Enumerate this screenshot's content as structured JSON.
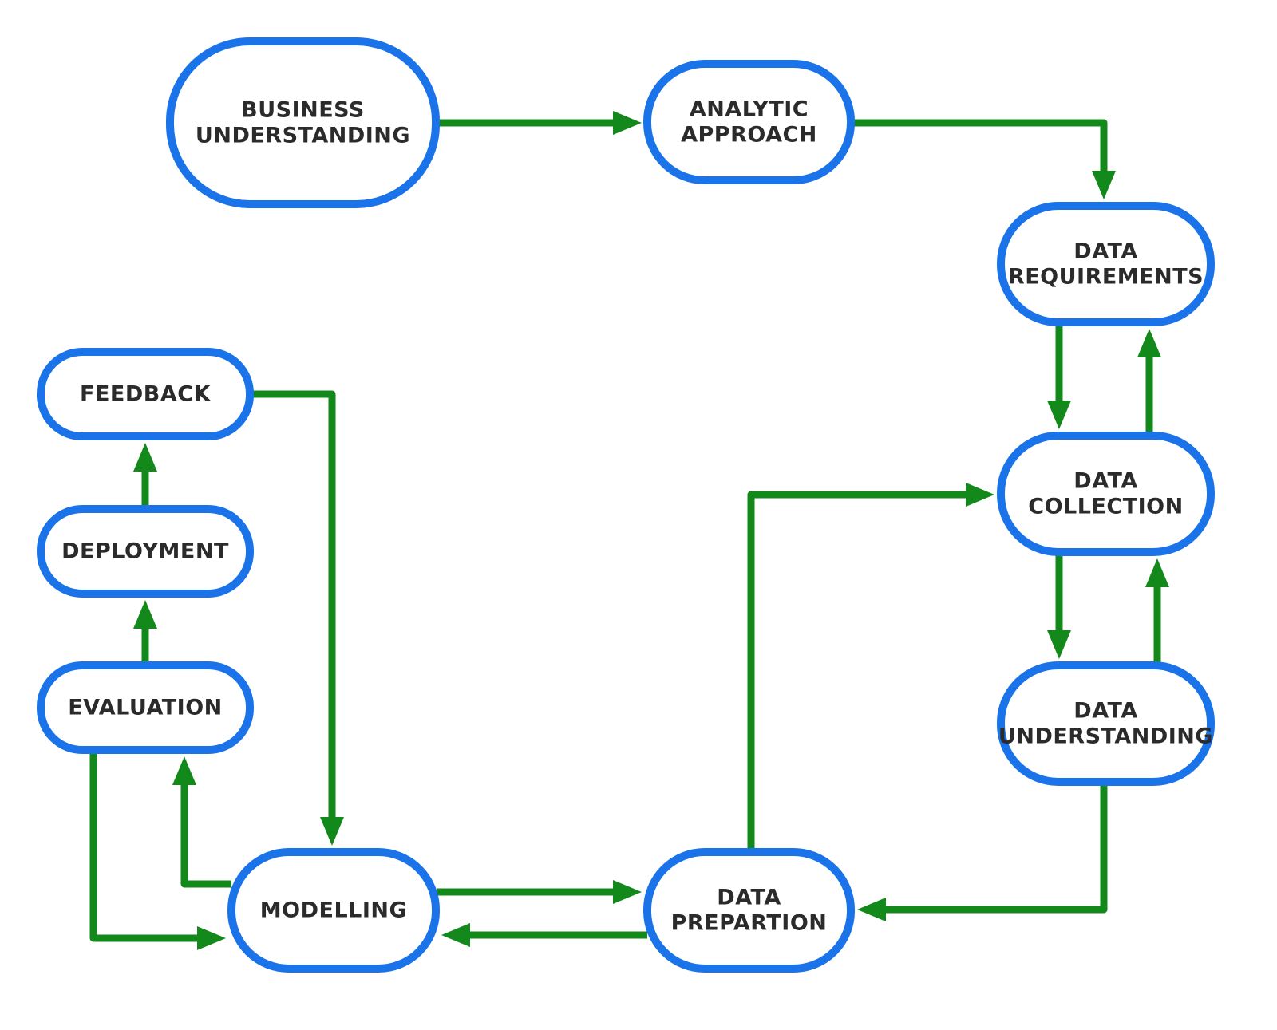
{
  "nodes": [
    {
      "id": "business-understanding",
      "lines": [
        "BUSINESS",
        "UNDERSTANDING"
      ]
    },
    {
      "id": "analytic-approach",
      "lines": [
        "ANALYTIC",
        "APPROACH"
      ]
    },
    {
      "id": "data-requirements",
      "lines": [
        "DATA",
        "REQUIREMENTS"
      ]
    },
    {
      "id": "data-collection",
      "lines": [
        "DATA",
        "COLLECTION"
      ]
    },
    {
      "id": "data-understanding",
      "lines": [
        "DATA",
        "UNDERSTANDING"
      ]
    },
    {
      "id": "data-preparation",
      "lines": [
        "DATA",
        "PREPARTION"
      ]
    },
    {
      "id": "modelling",
      "lines": [
        "MODELLING"
      ]
    },
    {
      "id": "evaluation",
      "lines": [
        "EVALUATION"
      ]
    },
    {
      "id": "deployment",
      "lines": [
        "DEPLOYMENT"
      ]
    },
    {
      "id": "feedback",
      "lines": [
        "FEEDBACK"
      ]
    }
  ],
  "edges": [
    {
      "from": "business-understanding",
      "to": "analytic-approach"
    },
    {
      "from": "analytic-approach",
      "to": "data-requirements"
    },
    {
      "from": "data-requirements",
      "to": "data-collection"
    },
    {
      "from": "data-collection",
      "to": "data-requirements"
    },
    {
      "from": "data-collection",
      "to": "data-understanding"
    },
    {
      "from": "data-understanding",
      "to": "data-collection"
    },
    {
      "from": "data-understanding",
      "to": "data-preparation"
    },
    {
      "from": "data-preparation",
      "to": "data-collection"
    },
    {
      "from": "data-preparation",
      "to": "modelling"
    },
    {
      "from": "modelling",
      "to": "data-preparation"
    },
    {
      "from": "modelling",
      "to": "evaluation"
    },
    {
      "from": "evaluation",
      "to": "modelling"
    },
    {
      "from": "evaluation",
      "to": "deployment"
    },
    {
      "from": "deployment",
      "to": "feedback"
    },
    {
      "from": "feedback",
      "to": "modelling"
    }
  ],
  "colors": {
    "node_border": "#1a73e8",
    "edge": "#12891a",
    "text": "#2b2b2b"
  }
}
